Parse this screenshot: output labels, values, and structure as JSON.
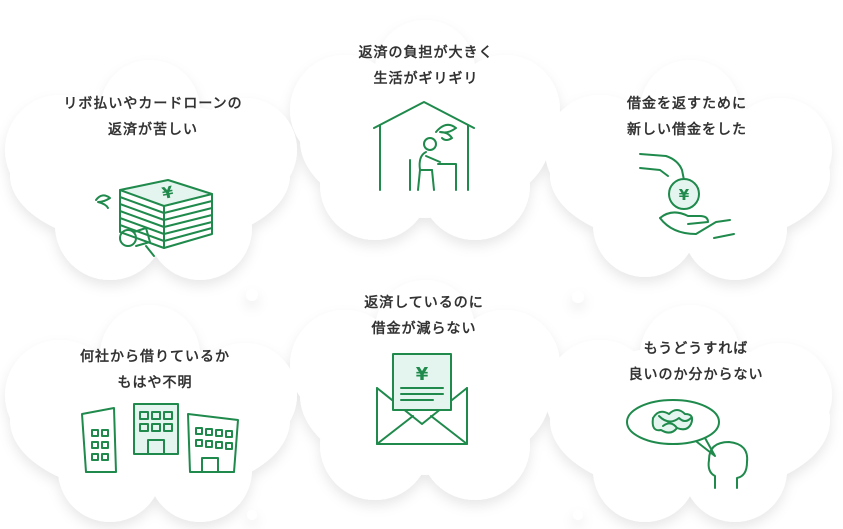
{
  "colors": {
    "accent": "#1f8a4c",
    "accent_light": "#e3f5ee",
    "text": "#333333",
    "cloud_shadow": "#ececec"
  },
  "problems": [
    {
      "line1": "リボ払いやカードローンの",
      "line2": "返済が苦しい",
      "icon": "money-stack-crush-icon"
    },
    {
      "line1": "返済の負担が大きく",
      "line2": "生活がギリギリ",
      "icon": "house-sitting-person-icon"
    },
    {
      "line1": "借金を返すために",
      "line2": "新しい借金をした",
      "icon": "hand-coin-exchange-icon"
    },
    {
      "line1": "何社から借りているか",
      "line2": "もはや不明",
      "icon": "buildings-icon"
    },
    {
      "line1": "返済しているのに",
      "line2": "借金が減らない",
      "icon": "yen-envelope-icon"
    },
    {
      "line1": "もうどうすれば",
      "line2": "良いのか分からない",
      "icon": "confused-thought-head-icon"
    }
  ],
  "illus_text": {
    "yen_symbol": "¥"
  }
}
